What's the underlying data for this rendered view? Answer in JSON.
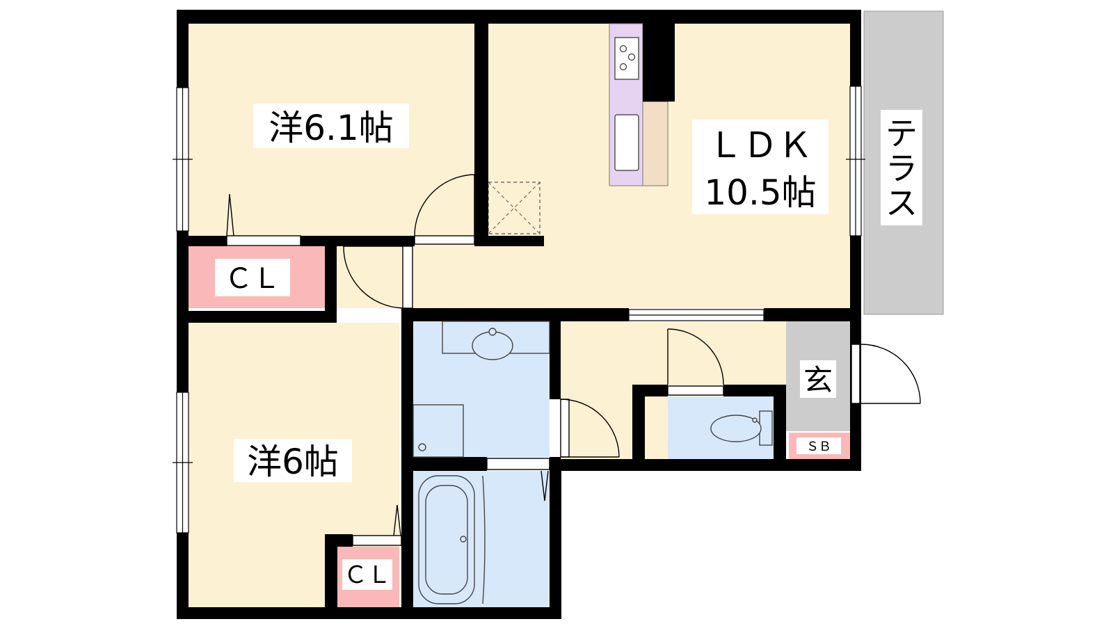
{
  "rooms": {
    "western_a": "洋6.1帖",
    "ldk_name": "ＬＤＫ",
    "ldk_size": "10.5帖",
    "terrace": [
      "テ",
      "ラ",
      "ス"
    ],
    "closet_a": "ＣＬ",
    "western_b": "洋6帖",
    "closet_b": "ＣＬ",
    "entrance": "玄",
    "shoe_box": "ＳＢ"
  },
  "colors": {
    "room_floor": "#fdf1d3",
    "closet": "#fbb8b8",
    "wet_area": "#d8e8fb",
    "terrace": "#cccccc",
    "entrance": "#cccccc",
    "kitchen": "#e6d3f2",
    "counter": "#f1dec4",
    "wall": "#000000"
  }
}
